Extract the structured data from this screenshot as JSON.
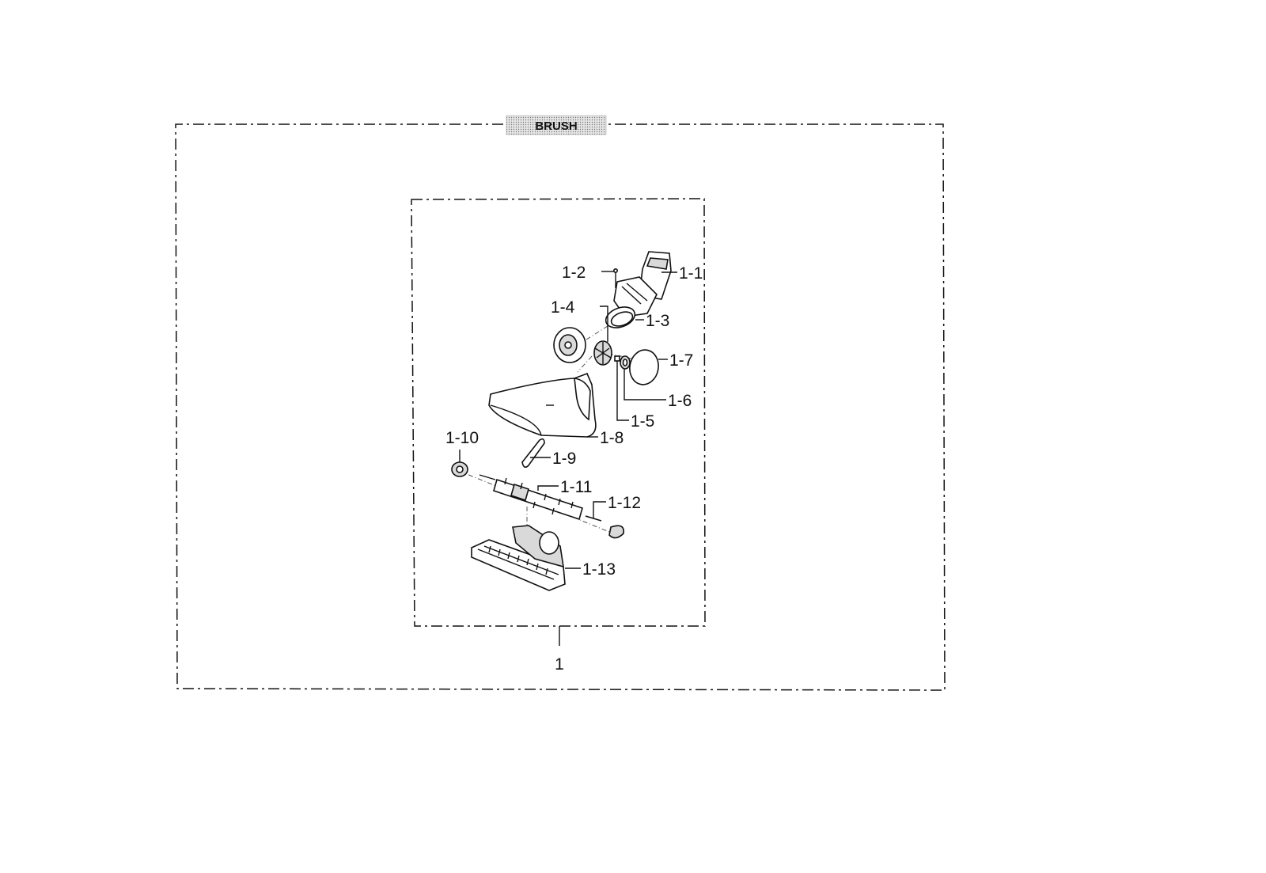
{
  "section_title": "BRUSH",
  "assembly_label": "1",
  "parts": {
    "p1_1": "1-1",
    "p1_2": "1-2",
    "p1_3": "1-3",
    "p1_4": "1-4",
    "p1_5": "1-5",
    "p1_6": "1-6",
    "p1_7": "1-7",
    "p1_8": "1-8",
    "p1_9": "1-9",
    "p1_10": "1-10",
    "p1_11": "1-11",
    "p1_12": "1-12",
    "p1_13": "1-13"
  }
}
